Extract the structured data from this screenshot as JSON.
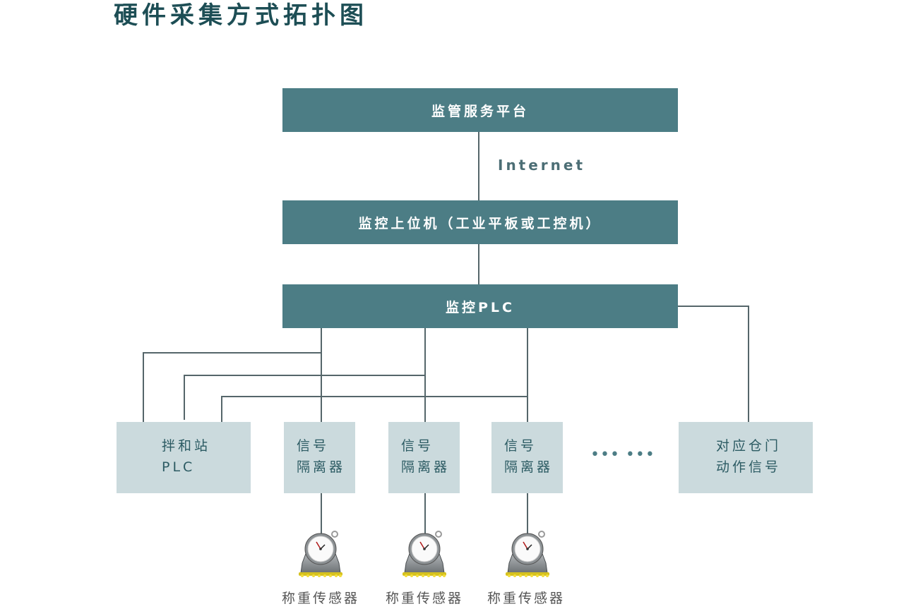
{
  "title": "硬件采集方式拓扑图",
  "nodes": {
    "platform": "监管服务平台",
    "internet": "Internet",
    "host": "监控上位机（工业平板或工控机）",
    "plc": "监控PLC",
    "mixer_plc": [
      "拌和站",
      "PLC"
    ],
    "isolator_1": [
      "信号",
      "隔离器"
    ],
    "isolator_2": [
      "信号",
      "隔离器"
    ],
    "isolator_3": [
      "信号",
      "隔离器"
    ],
    "ellipsis": "••• •••",
    "door_signal": [
      "对应仓门",
      "动作信号"
    ]
  },
  "sensors": [
    {
      "label": "称重传感器",
      "icon": "weighing-sensor-icon"
    },
    {
      "label": "称重传感器",
      "icon": "weighing-sensor-icon"
    },
    {
      "label": "称重传感器",
      "icon": "weighing-sensor-icon"
    }
  ],
  "colors": {
    "title": "#1d4e55",
    "dark_box": "#4c7d85",
    "light_box": "#cbdadd",
    "light_text": "#2c5b63",
    "wire": "#55666a"
  }
}
